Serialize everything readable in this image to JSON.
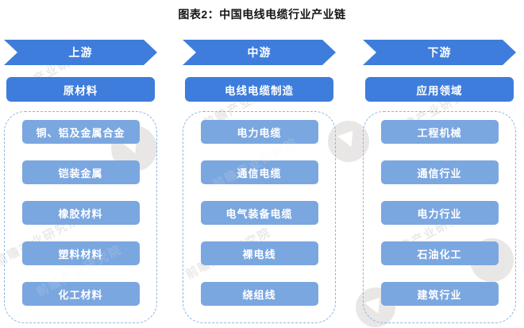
{
  "title": "图表2：中国电线电缆行业产业链",
  "watermark_text": "前瞻产业研究院",
  "colors": {
    "stage_blue": "#3e7ddb",
    "item_blue": "#7ba7e0",
    "dashed_border_blue": "#8fb4e3",
    "background": "#ffffff",
    "title_color": "#141414",
    "watermark_gray": "#b9b2ac"
  },
  "columns": [
    {
      "stage": "上游",
      "category": "原材料",
      "items": [
        "铜、铝及金属合金",
        "铠装金属",
        "橡胶材料",
        "塑料材料",
        "化工材料"
      ]
    },
    {
      "stage": "中游",
      "category": "电线电缆制造",
      "items": [
        "电力电缆",
        "通信电缆",
        "电气装备电缆",
        "裸电线",
        "绕组线"
      ]
    },
    {
      "stage": "下游",
      "category": "应用领域",
      "items": [
        "工程机械",
        "通信行业",
        "电力行业",
        "石油化工",
        "建筑行业"
      ]
    }
  ]
}
